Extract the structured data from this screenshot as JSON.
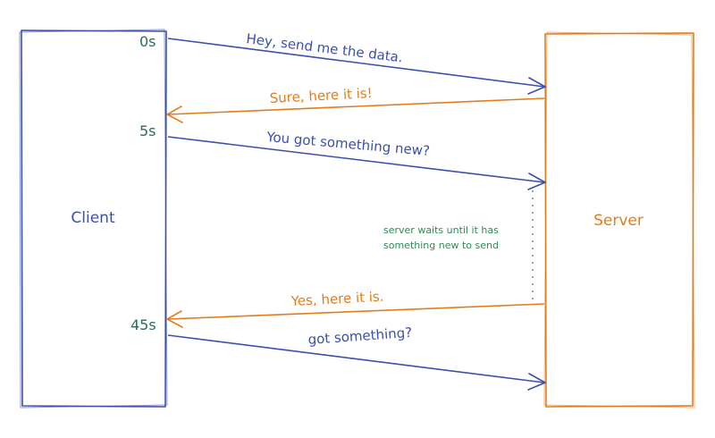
{
  "colors": {
    "client": "#3a4fae",
    "server": "#e07d1e",
    "time": "#2b6a5e",
    "note": "#2e8b57",
    "background": "#ffffff"
  },
  "client": {
    "label": "Client"
  },
  "server": {
    "label": "Server"
  },
  "times": {
    "t0": "0s",
    "t5": "5s",
    "t45": "45s"
  },
  "messages": {
    "m1": "Hey, send me the data.",
    "m2": "Sure, here it is!",
    "m3": "You got something new?",
    "m4": "Yes, here it is.",
    "m5": "got something?"
  },
  "note": {
    "line1": "server waits until it has",
    "line2": "something new to send"
  }
}
